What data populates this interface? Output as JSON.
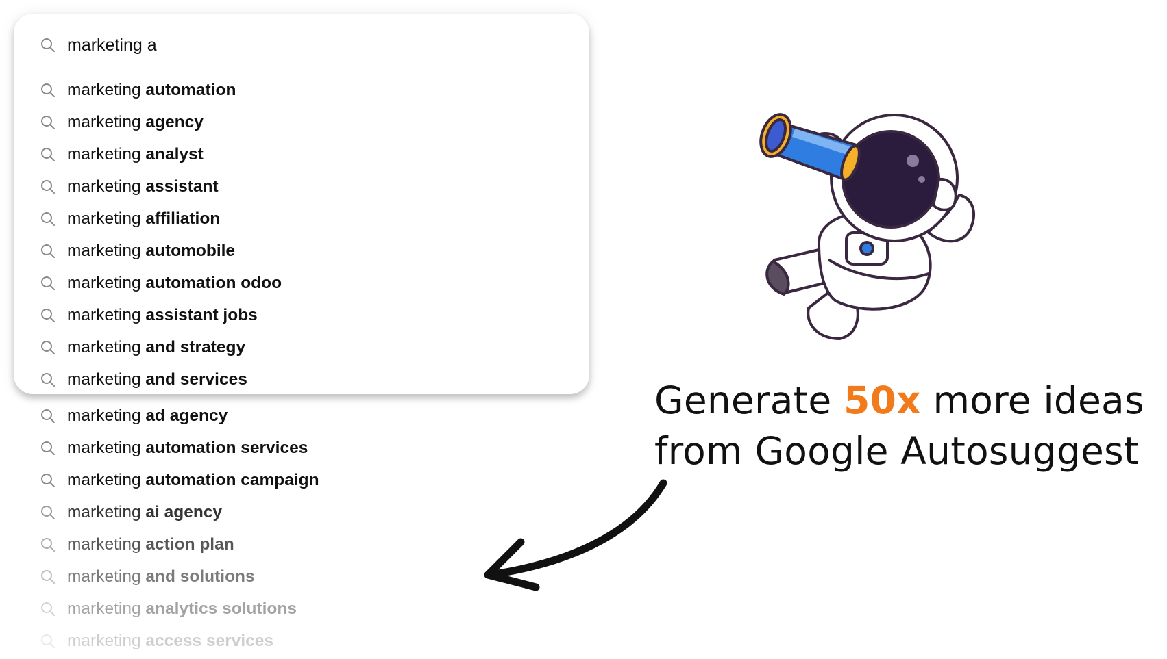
{
  "search": {
    "query": "marketing a",
    "icon": "search-icon"
  },
  "suggestions_card": [
    {
      "base": "marketing",
      "completion": "automation"
    },
    {
      "base": "marketing",
      "completion": "agency"
    },
    {
      "base": "marketing",
      "completion": "analyst"
    },
    {
      "base": "marketing",
      "completion": "assistant"
    },
    {
      "base": "marketing",
      "completion": "affiliation"
    },
    {
      "base": "marketing",
      "completion": "automobile"
    },
    {
      "base": "marketing",
      "completion": "automation odoo"
    },
    {
      "base": "marketing",
      "completion": "assistant jobs"
    },
    {
      "base": "marketing",
      "completion": "and strategy"
    },
    {
      "base": "marketing",
      "completion": "and services"
    }
  ],
  "suggestions_extra": [
    {
      "base": "marketing",
      "completion": "ad agency"
    },
    {
      "base": "marketing",
      "completion": "automation services"
    },
    {
      "base": "marketing",
      "completion": "automation campaign"
    },
    {
      "base": "marketing",
      "completion": "ai agency"
    },
    {
      "base": "marketing",
      "completion": "action plan"
    },
    {
      "base": "marketing",
      "completion": "and solutions"
    },
    {
      "base": "marketing",
      "completion": "analytics solutions"
    },
    {
      "base": "marketing",
      "completion": "access services"
    }
  ],
  "headline": {
    "prefix": "Generate ",
    "accent": "50x",
    "suffix": " more ideas",
    "line2": "from Google Autosuggest"
  },
  "colors": {
    "accent": "#f27a1a",
    "text": "#111111",
    "icon": "#8a8a8a"
  },
  "illustration": "astronaut-with-telescope"
}
